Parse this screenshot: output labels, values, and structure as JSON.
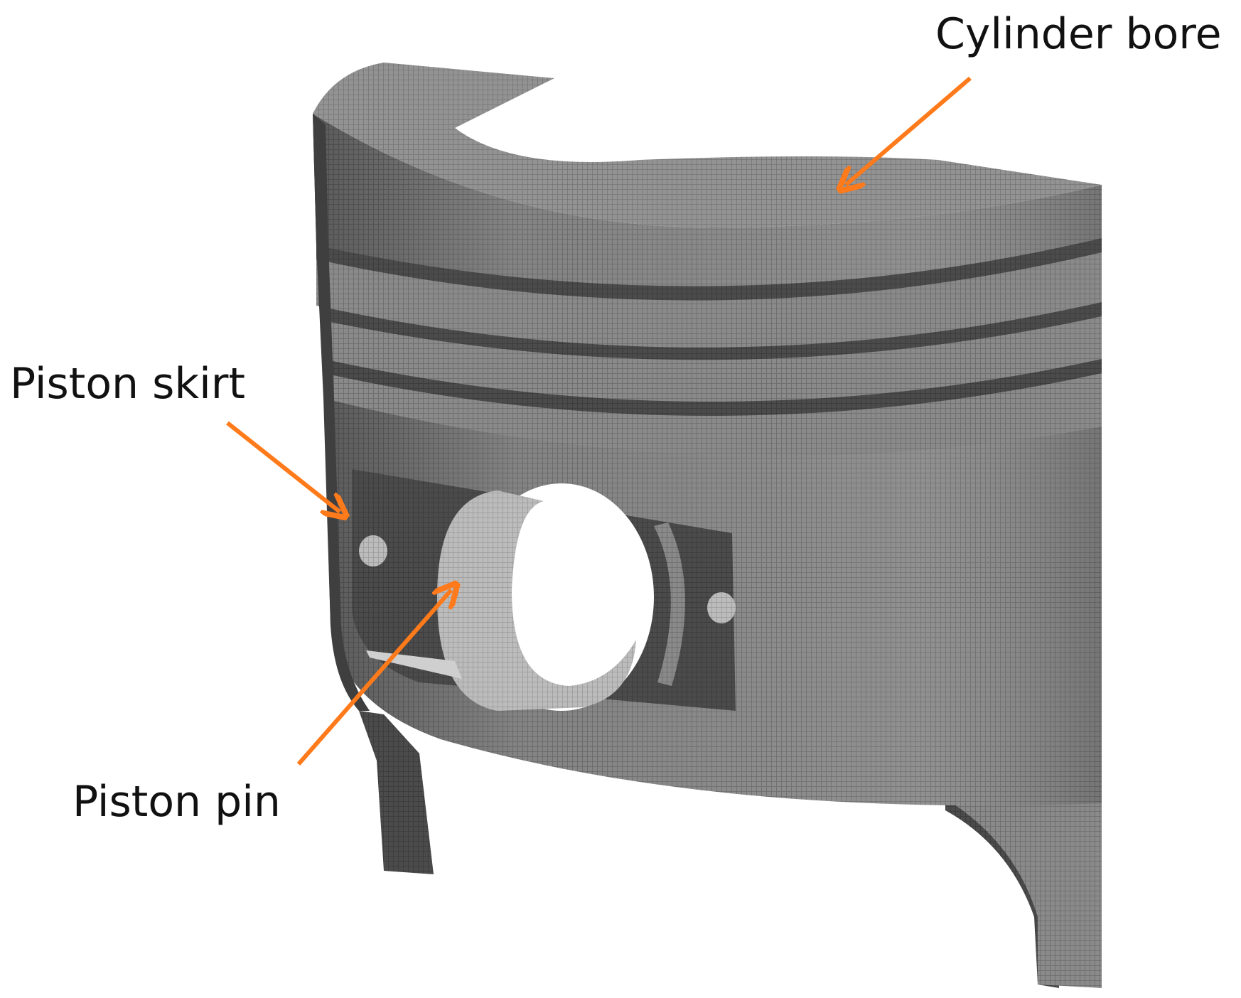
{
  "labels": {
    "cylinder_bore": "Cylinder bore",
    "piston_skirt": "Piston skirt",
    "piston_pin": "Piston pin"
  },
  "colors": {
    "arrow": "#ff7a1a",
    "mesh_light": "#8f8f8f",
    "mesh_dark": "#4a4a4a",
    "mesh_shadow": "#3a3a3a",
    "pin_light": "#b8b8b8",
    "background": "#ffffff",
    "text": "#111111"
  }
}
